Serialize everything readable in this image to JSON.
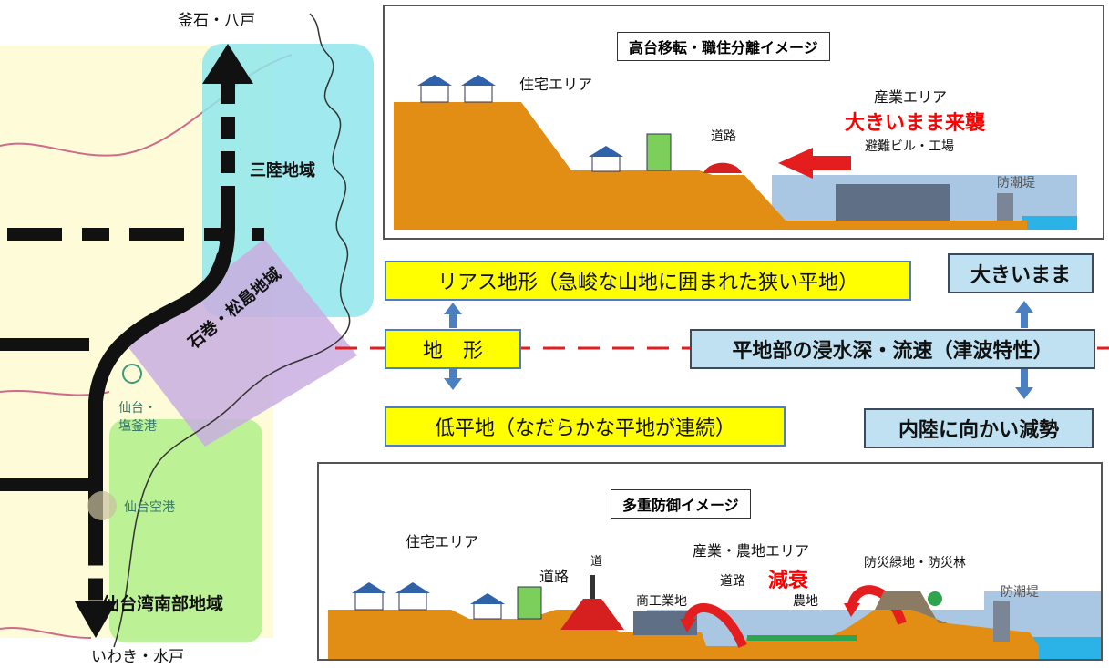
{
  "map": {
    "north_label": "釜石・八戸",
    "south_label": "いわき・水戸",
    "regions": {
      "sanriku": "三陸地域",
      "ishinomaki": "石巻・松島地域",
      "sendai_south": "仙台湾南部地域"
    },
    "places": {
      "port": "仙台・\n塩釜港",
      "airport": "仙台空港"
    },
    "colors": {
      "sanriku": "#8fe6ec",
      "ishinomaki": "#c9aee0",
      "sendai_south": "#b2ee8a",
      "background": "#fdfbd8"
    }
  },
  "top_panel": {
    "title": "高台移転・職住分離イメージ",
    "residential": "住宅エリア",
    "industrial": "産業エリア",
    "tsunami_label": "大きいまま来襲",
    "road": "道路",
    "evac": "避難ビル・工場",
    "seawall": "防潮堤"
  },
  "terrain": {
    "center": "地　形",
    "upper": "リアス地形（急峻な山地に囲まれた狭い平地）",
    "lower": "低平地（なだらかな平地が連続）"
  },
  "tsunami": {
    "center": "平地部の浸水深・流速（津波特性）",
    "upper": "大きいまま",
    "lower": "内陸に向かい減勢"
  },
  "bottom_panel": {
    "title": "多重防御イメージ",
    "residential": "住宅エリア",
    "road1": "道路",
    "road1_small": "道",
    "commerce": "商工業地",
    "agri_area": "産業・農地エリア",
    "road2": "道路",
    "decay": "減衰",
    "farmland": "農地",
    "greenbelt": "防災緑地・防災林",
    "seawall": "防潮堤"
  }
}
